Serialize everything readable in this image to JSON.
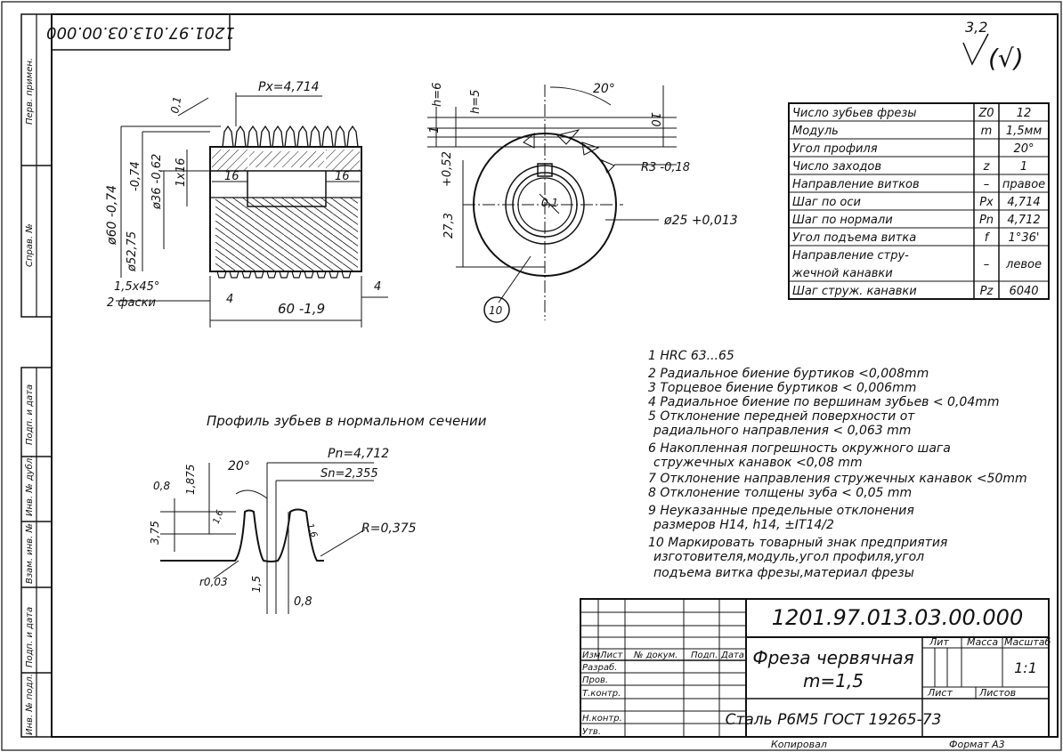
{
  "designation": "1201.97.013.03.00.000",
  "designation_mirrored": "1201.97.013.03.00.000",
  "surface_finish": {
    "value": "3,2",
    "suffix": "(√)"
  },
  "side_labels": {
    "perv_primen": "Перв. примен.",
    "sprav": "Справ. №",
    "podp_data_1": "Подп. и дата",
    "inv_dubl": "Инв. № дубл.",
    "vzam_inv": "Взам. инв. №",
    "podp_data_2": "Подп. и дата",
    "inv_podl": "Инв. № подл."
  },
  "front_view": {
    "px": "Px=4,714",
    "zero_label": "0,1",
    "d60": "ø60 -0,74",
    "d60_tol": "-0,74",
    "d36": "ø36 -0,62",
    "d52": "ø52,75",
    "d1x16": "1x16",
    "left16": "16",
    "right16": "16",
    "chamfer": "1,5x45°",
    "chamfer2": "2 фаски",
    "dim4a": "4",
    "dim4b": "4",
    "dim60": "60 -1,9"
  },
  "side_view": {
    "h6": "h=6",
    "h5": "h=5",
    "d1": "1",
    "angle20": "20°",
    "ten": "10",
    "d052": "+0,52",
    "d273": "27,3",
    "r8": "R3 -0,18",
    "d25": "ø25 +0,013",
    "d01": "0,1",
    "callout": "10"
  },
  "profile": {
    "title": "Профиль зубьев в нормальном сечении",
    "pn": "Pn=4,712",
    "sn": "Sn=2,355",
    "angle20": "20°",
    "d08top": "0,8",
    "h1875": "1,875",
    "h375": "3,75",
    "r0375": "R=0,375",
    "r003": "r0,03",
    "d15": "1,5",
    "d08": "0,8",
    "tick16a": "1,6",
    "tick16b": "1,6"
  },
  "params_table": [
    {
      "name": "Число зубьев фрезы",
      "sym": "Z0",
      "val": "12"
    },
    {
      "name": "Модуль",
      "sym": "m",
      "val": "1,5мм"
    },
    {
      "name": "Угол профиля",
      "sym": "",
      "val": "20°"
    },
    {
      "name": "Число заходов",
      "sym": "z",
      "val": "1"
    },
    {
      "name": "Направление витков",
      "sym": "–",
      "val": "правое"
    },
    {
      "name": "Шаг по оси",
      "sym": "Px",
      "val": "4,714"
    },
    {
      "name": "Шаг по нормали",
      "sym": "Pn",
      "val": "4,712"
    },
    {
      "name": "Угол подъема витка",
      "sym": "f",
      "val": "1°36'"
    },
    {
      "name": "Направление стру-",
      "name2": "жечной канавки",
      "sym": "–",
      "val": "левое"
    },
    {
      "name": "Шаг струж. канавки",
      "sym": "Pz",
      "val": "6040"
    }
  ],
  "notes": [
    "1 HRC 63...65",
    "2 Радиальное биение буртиков <0,008mm",
    "3 Торцевое биение буртиков < 0,006mm",
    "4 Радиальное биение по вершинам зубьев < 0,04mm",
    "5 Отклонение передней поверхности от",
    "   радиального направления < 0,063 mm",
    "6 Накопленная   погрешность окружного шага",
    "   стружечных канавок <0,08 mm",
    "7 Отклонение направления стружечных канавок <50mm",
    "8 Отклонение толщены зуба < 0,05 mm",
    "9 Неуказанные предельные отклонения",
    "   размеров H14, h14, ±IT14/2",
    "10 Маркировать товарный знак предприятия",
    "   изготовителя,модуль,угол профиля,угол",
    "   подъема витка фрезы,материал фрезы"
  ],
  "title_block": {
    "designation": "1201.97.013.03.00.000",
    "name1": "Фреза червячная",
    "name2": "m=1,5",
    "material": "Сталь Р6М5 ГОСТ 19265-73",
    "lit": "Лит",
    "massa": "Масса",
    "masshtab": "Масштаб",
    "scale": "1:1",
    "list": "Лист",
    "listov": "Листов",
    "headers": [
      "Изм",
      "Лист",
      "№ докум.",
      "Подп.",
      "Дата"
    ],
    "rows": [
      "Разраб.",
      "Пров.",
      "Т.контр.",
      "",
      "Н.контр.",
      "Утв."
    ],
    "kopiroval": "Копировал",
    "format": "Формат    А3"
  }
}
